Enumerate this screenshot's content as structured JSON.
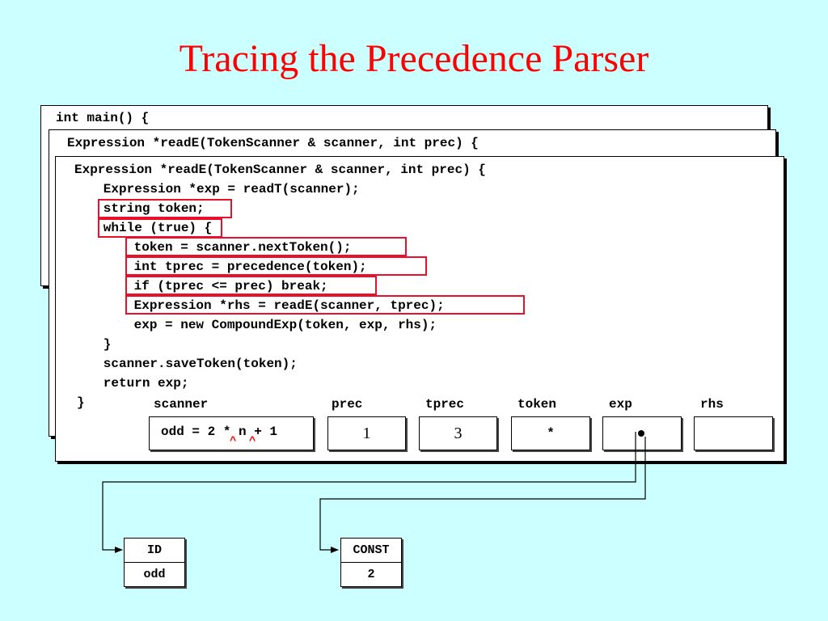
{
  "slide": {
    "title": "Tracing the Precedence Parser"
  },
  "frames": {
    "main_header": "int main() {",
    "readE_outer_header": "Expression *readE(TokenScanner & scanner, int prec) {",
    "readE_inner_code": [
      "Expression *readE(TokenScanner & scanner, int prec) {",
      "   Expression *exp = readT(scanner);",
      "   string token;",
      "   while (true) {",
      "      token = scanner.nextToken();",
      "      int tprec = precedence(token);",
      "      if (tprec <= prec) break;",
      "      Expression *rhs = readE(scanner, tprec);",
      "      exp = new CompoundExp(token, exp, rhs);",
      "   }",
      "   scanner.saveToken(token);",
      "   return exp;",
      "}"
    ]
  },
  "variables": {
    "scanner": {
      "label": "scanner",
      "value": "odd = 2 * n + 1",
      "caret": "^"
    },
    "prec": {
      "label": "prec",
      "value": "1"
    },
    "tprec": {
      "label": "tprec",
      "value": "3"
    },
    "token": {
      "label": "token",
      "value": "*"
    },
    "exp": {
      "label": "exp",
      "value": ""
    },
    "rhs": {
      "label": "rhs",
      "value": ""
    }
  },
  "tree_nodes": [
    {
      "type": "ID",
      "value": "odd"
    },
    {
      "type": "CONST",
      "value": "2"
    }
  ],
  "colors": {
    "background": "#ccffff",
    "title": "#ff0000",
    "highlight": "#e8102a"
  }
}
